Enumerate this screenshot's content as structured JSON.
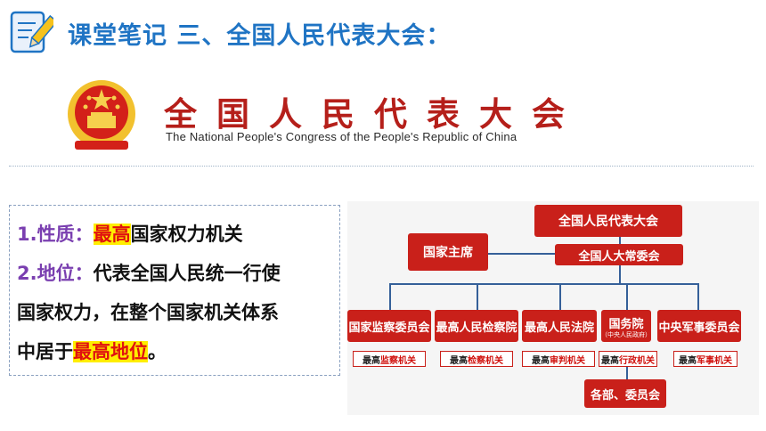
{
  "header": {
    "title": "课堂笔记  三、全国人民代表大会："
  },
  "banner": {
    "chinese": "全国人民代表大会",
    "english": "The National People's Congress of the People's Republic of China"
  },
  "notes": {
    "line1": {
      "label": "1.性质：",
      "highlight": "最高",
      "rest": "国家权力机关"
    },
    "line2": {
      "label": "2.地位：",
      "text": "代表全国人民统一行使"
    },
    "line3": {
      "text": "国家权力，在整个国家机关体系"
    },
    "line4": {
      "pre": "中居于",
      "highlight": "最高地位",
      "post": "。"
    }
  },
  "org_chart": {
    "top": "全国人民代表大会",
    "standing": "全国人大常委会",
    "president": "国家主席",
    "organs": [
      {
        "name": "国家监察委员会",
        "sub_pre": "最高",
        "sub_red": "监察机关"
      },
      {
        "name": "最高人民检察院",
        "sub_pre": "最高",
        "sub_red": "检察机关"
      },
      {
        "name": "最高人民法院",
        "sub_pre": "最高",
        "sub_red": "审判机关"
      },
      {
        "name": "国务院",
        "note": "（中央人民政府）",
        "sub_pre": "最高",
        "sub_red": "行政机关"
      },
      {
        "name": "中央军事委员会",
        "sub_pre": "最高",
        "sub_red": "军事机关"
      }
    ],
    "ministries": "各部、委员会"
  },
  "colors": {
    "title_blue": "#1f74c4",
    "banner_red": "#b51f1a",
    "highlight_yellow": "#ffee00",
    "highlight_red_text": "#e01010",
    "label_purple": "#7a3fb0",
    "node_red": "#c9201a"
  }
}
